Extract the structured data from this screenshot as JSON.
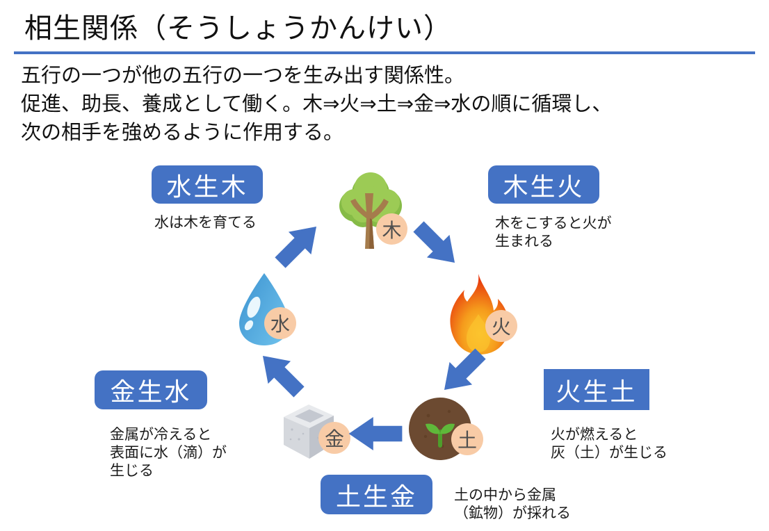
{
  "slide": {
    "title": "相生関係（そうしょうかんけい）",
    "intro_lines": [
      "五行の一つが他の五行の一つを生み出す関係性。",
      "促進、助長、養成として働く。木⇒火⇒土⇒金⇒水の順に循環し、",
      "次の相手を強めるように作用する。"
    ]
  },
  "relations": {
    "water_wood": {
      "label": "水生木",
      "desc": "水は木を育てる"
    },
    "wood_fire": {
      "label": "木生火",
      "desc": "木をこすると火が\n生まれる"
    },
    "fire_earth": {
      "label": "火生土",
      "desc": "火が燃えると\n灰（土）が生じる"
    },
    "earth_metal": {
      "label": "土生金",
      "desc": "土の中から金属\n（鉱物）が採れる"
    },
    "metal_water": {
      "label": "金生水",
      "desc": "金属が冷えると\n表面に水（滴）が\n生じる"
    }
  },
  "elements": {
    "wood": "木",
    "fire": "火",
    "earth": "土",
    "metal": "金",
    "water": "水"
  },
  "colors": {
    "accent_blue": "#4472C4",
    "badge_peach": "#F8CBA6",
    "badge_text": "#4F4F4F",
    "title_rule_blue": "#4472C4"
  }
}
